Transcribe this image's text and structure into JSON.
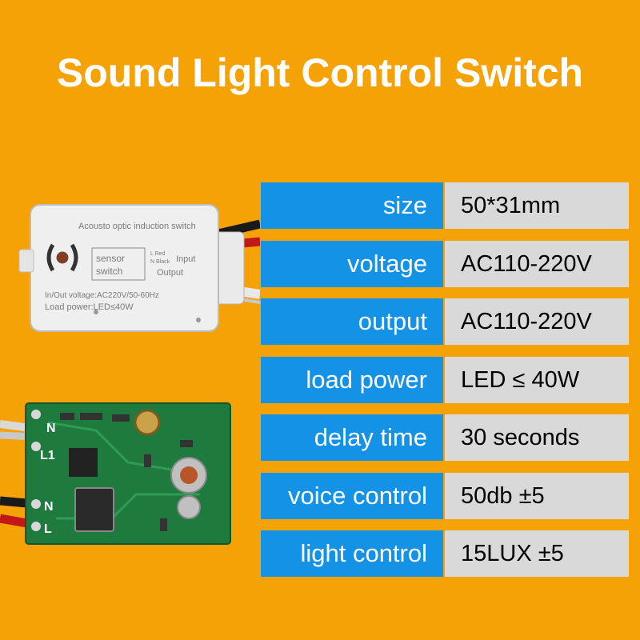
{
  "title": "Sound Light Control Switch",
  "colors": {
    "background": "#F5A207",
    "label_bg": "#1492E6",
    "value_bg": "#D9D9D9"
  },
  "specs": [
    {
      "label": "size",
      "value": "50*31mm"
    },
    {
      "label": "voltage",
      "value": "AC110-220V"
    },
    {
      "label": "output",
      "value": "AC110-220V"
    },
    {
      "label": "load power",
      "value": "LED ≤ 40W"
    },
    {
      "label": "delay time",
      "value": "30 seconds"
    },
    {
      "label": "voice control",
      "value": "50db ±5"
    },
    {
      "label": "light control",
      "value": "15LUX ±5"
    }
  ],
  "case": {
    "heading": "Acousto optic induction switch",
    "sensor_line1": "sensor",
    "sensor_line2": "switch",
    "wire_red": "L Red",
    "wire_black": "N Black",
    "input": "Input",
    "output": "Output",
    "voltage_line": "In/Out voltage:AC220V/50-60Hz",
    "load_line": "Load power:LED≤40W"
  },
  "pcb": {
    "n_top": "N",
    "l1": "L1",
    "n_bottom": "N",
    "l_bottom": "L"
  }
}
